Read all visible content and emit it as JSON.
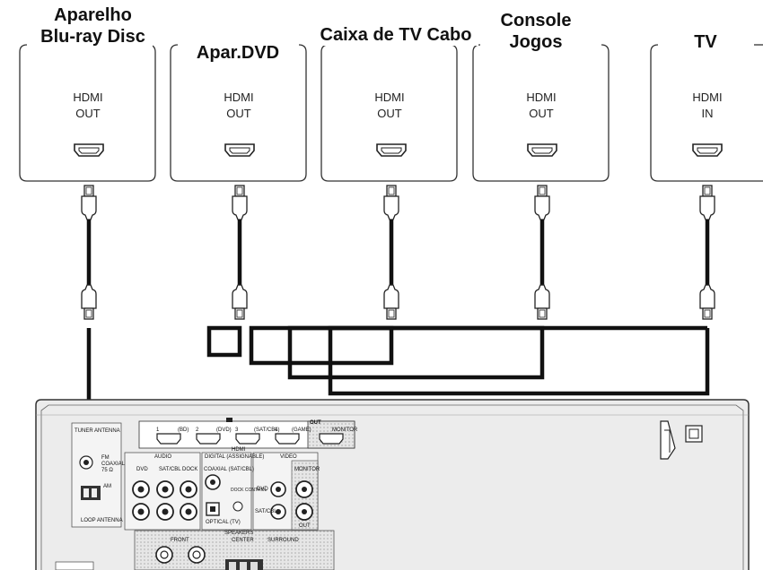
{
  "devices": [
    {
      "id": "bluray",
      "title_lines": [
        "Aparelho",
        "Blu-ray Disc"
      ],
      "port_lines": [
        "HDMI",
        "OUT"
      ]
    },
    {
      "id": "dvd",
      "title_lines": [
        "Apar.DVD"
      ],
      "port_lines": [
        "HDMI",
        "OUT"
      ]
    },
    {
      "id": "cable",
      "title_lines": [
        "Caixa de TV Cabo"
      ],
      "port_lines": [
        "HDMI",
        "OUT"
      ]
    },
    {
      "id": "console",
      "title_lines": [
        "Console",
        "Jogos"
      ],
      "port_lines": [
        "HDMI",
        "OUT"
      ]
    },
    {
      "id": "tv",
      "title_lines": [
        "TV"
      ],
      "port_lines": [
        "HDMI",
        "IN"
      ]
    }
  ],
  "receiver": {
    "tuner_antenna": "TUNER ANTENNA",
    "fm_label": "FM",
    "coax_label": "COAXIAL",
    "ohm_label": "75 Ω",
    "am_label": "AM",
    "loop_antenna": "LOOP ANTENNA",
    "hdmi_label": "HDMI",
    "hdmi_inputs": [
      "1",
      "(BD)",
      "2",
      "(DVD)",
      "3",
      "(SAT/CBL)",
      "4",
      "(GAME)"
    ],
    "out_label": "OUT",
    "monitor_label": "MONITOR",
    "audio_label": "AUDIO",
    "audio_inputs": [
      "DVD",
      "SAT/CBL",
      "DOCK"
    ],
    "digital_label": "DIGITAL (ASSIGNABLE)",
    "coaxial_sat": "COAXIAL (SAT/CBL)",
    "optical_tv": "OPTICAL (TV)",
    "dock_control": "DOCK CONTROL",
    "video_label": "VIDEO",
    "video_inputs": [
      "DVD",
      "SAT/CBL"
    ],
    "monitor_out": "MONITOR",
    "video_out": "OUT",
    "speakers_label": "SPEAKERS",
    "speaker_front": "FRONT",
    "speaker_center": "CENTER",
    "speaker_surround": "SURROUND"
  },
  "colors": {
    "line": "#111111",
    "panel_fill": "#ececec",
    "panel_stroke": "#333333",
    "dotted_fill": "#d8d8d8"
  }
}
